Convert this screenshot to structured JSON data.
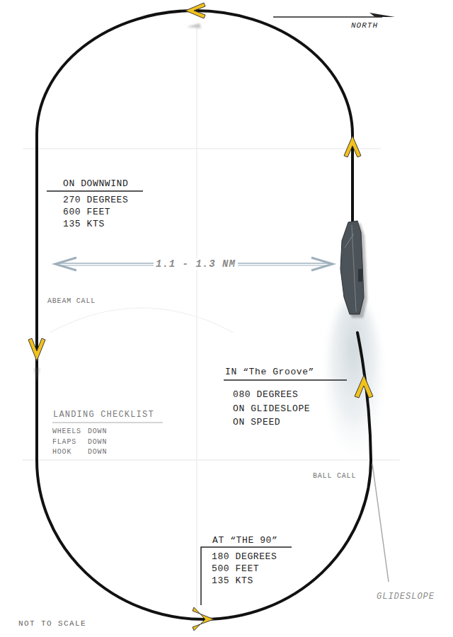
{
  "diagram": {
    "labels": [
      "NORTH",
      "ON DOWNWIND",
      "270 DEGREES",
      "600 FEET",
      "135 KTS",
      "1.1 - 1.3 NM",
      "ABEAM CALL",
      "LANDING CHECKLIST",
      "WHEELS",
      "DOWN",
      "FLAPS",
      "DOWN",
      "HOOK",
      "DOWN",
      "IN “The Groove”",
      "080 DEGREES",
      "ON GLIDESLOPE",
      "ON SPEED",
      "BALL CALL",
      "AT “THE 90”",
      "180 DEGREES",
      "500 FEET",
      "135 KTS",
      "GLIDESLOPE",
      "NOT TO SCALE"
    ]
  }
}
